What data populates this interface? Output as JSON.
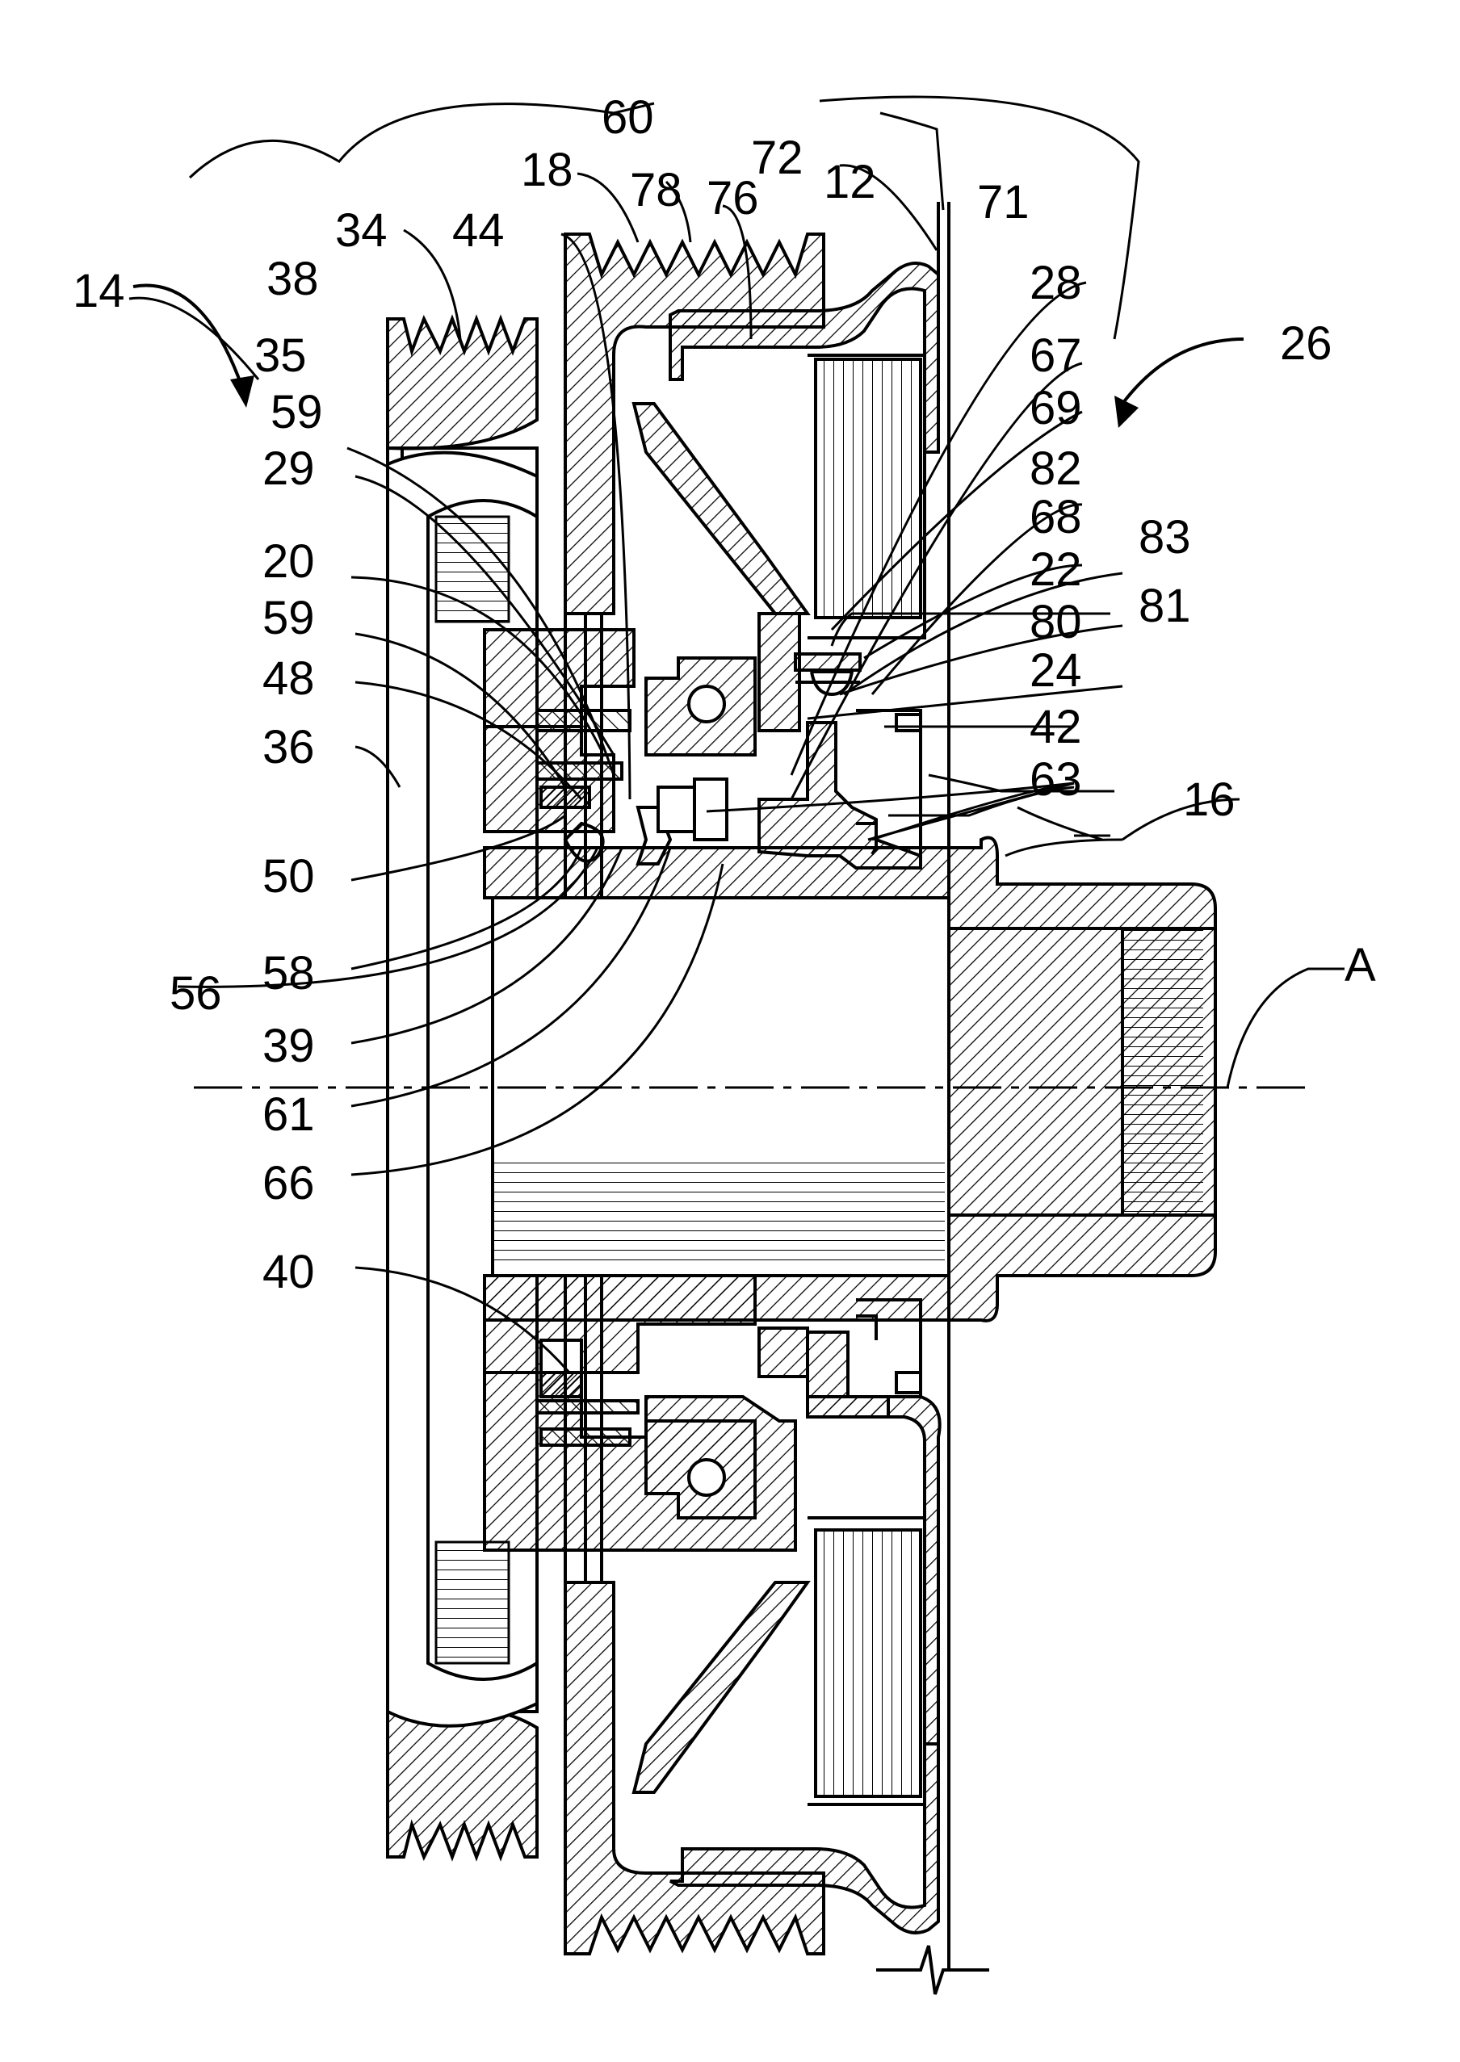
{
  "figure": {
    "labels": {
      "l60": "60",
      "l12": "12",
      "l18": "18",
      "l78": "78",
      "l76": "76",
      "l72": "72",
      "l71": "71",
      "l34": "34",
      "l44": "44",
      "l38": "38",
      "l14": "14",
      "l28": "28",
      "l26": "26",
      "l35": "35",
      "l67": "67",
      "l59a": "59",
      "l69": "69",
      "l29": "29",
      "l82": "82",
      "l68": "68",
      "l83": "83",
      "l20": "20",
      "l22": "22",
      "l81": "81",
      "l59b": "59",
      "l80": "80",
      "l48": "48",
      "l24": "24",
      "l36": "36",
      "l42": "42",
      "l63": "63",
      "l16": "16",
      "l50": "50",
      "l58": "58",
      "lA": "A",
      "l56": "56",
      "l39": "39",
      "l61": "61",
      "l66": "66",
      "l40": "40"
    }
  }
}
